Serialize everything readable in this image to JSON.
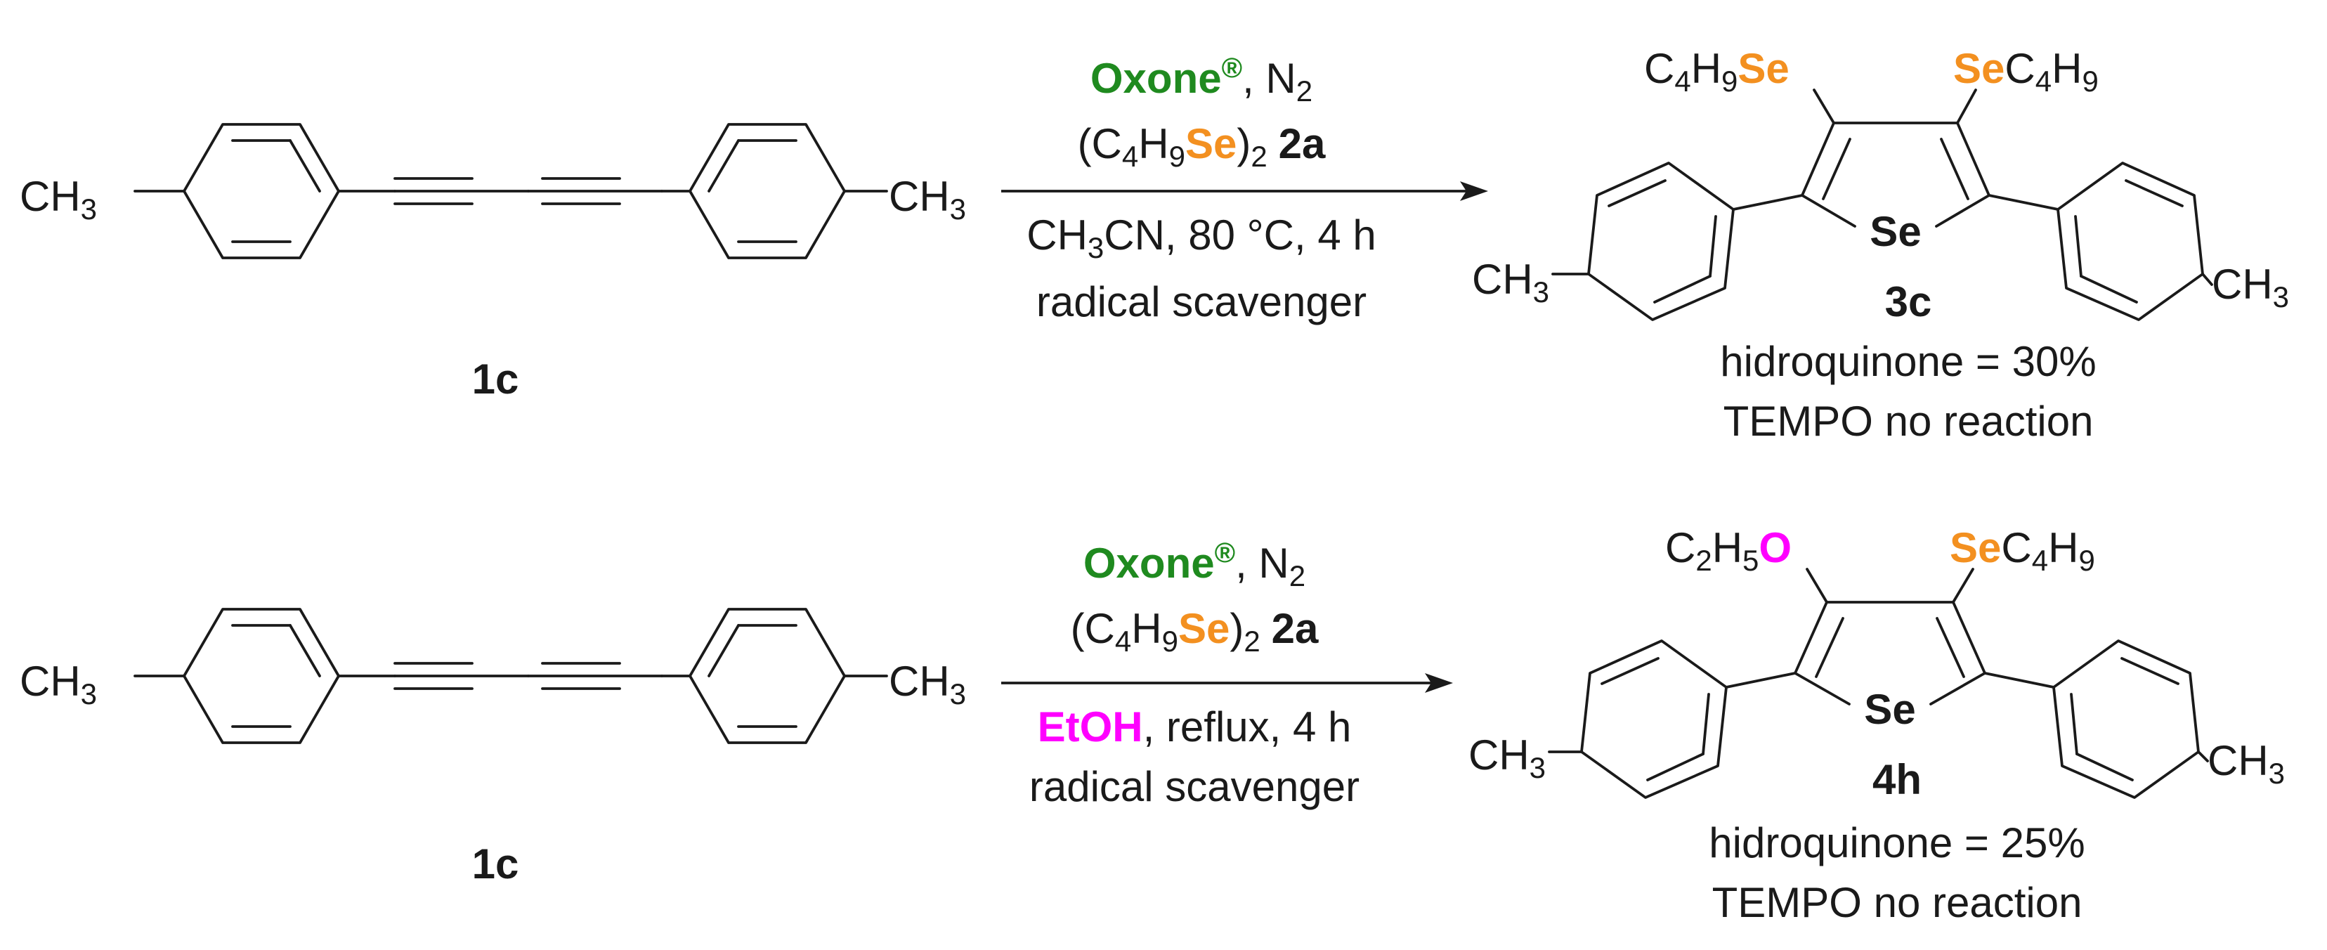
{
  "colors": {
    "oxone": "#1f8a1f",
    "selenium": "#f39020",
    "oxygen": "#ff00ff",
    "ink": "#1a1a1a"
  },
  "reactions": [
    {
      "starting_material": {
        "label": "1c",
        "left_group": "CH",
        "left_sub": "3",
        "right_group": "CH",
        "right_sub": "3"
      },
      "conditions": {
        "oxone": "Oxone",
        "reg": "®",
        "atm_sep": ", ",
        "atm": "N",
        "atm_sub": "2",
        "reagent_open": "(C",
        "reagent_sub1": "4",
        "reagent_h": "H",
        "reagent_sub2": "9",
        "reagent_se": "Se",
        "reagent_close": ")",
        "reagent_sub3": "2",
        "reagent_label": "2a",
        "solvent_a": "CH",
        "solvent_a_sub": "3",
        "solvent_b": "CN, 80 °C, 4 h",
        "scavenger": "radical scavenger"
      },
      "product": {
        "label": "3c",
        "tl_a": "C",
        "tl_sub1": "4",
        "tl_b": "H",
        "tl_sub2": "9",
        "tl_hetero": "Se",
        "tr_hetero": "Se",
        "tr_a": "C",
        "tr_sub1": "4",
        "tr_b": "H",
        "tr_sub2": "9",
        "ring_atom": "Se",
        "left_group": "CH",
        "left_sub": "3",
        "right_group": "CH",
        "right_sub": "3",
        "result_1": "hidroquinone = 30%",
        "result_2": "TEMPO no reaction"
      }
    },
    {
      "starting_material": {
        "label": "1c",
        "left_group": "CH",
        "left_sub": "3",
        "right_group": "CH",
        "right_sub": "3"
      },
      "conditions": {
        "oxone": "Oxone",
        "reg": "®",
        "atm_sep": ", ",
        "atm": "N",
        "atm_sub": "2",
        "reagent_open": "(C",
        "reagent_sub1": "4",
        "reagent_h": "H",
        "reagent_sub2": "9",
        "reagent_se": "Se",
        "reagent_close": ")",
        "reagent_sub3": "2",
        "reagent_label": "2a",
        "solvent_a": "EtOH",
        "solvent_b": ", reflux, 4 h",
        "scavenger": "radical scavenger"
      },
      "product": {
        "label": "4h",
        "tl_a": "C",
        "tl_sub1": "2",
        "tl_b": "H",
        "tl_sub2": "5",
        "tl_hetero": "O",
        "tr_hetero": "Se",
        "tr_a": "C",
        "tr_sub1": "4",
        "tr_b": "H",
        "tr_sub2": "9",
        "ring_atom": "Se",
        "left_group": "CH",
        "left_sub": "3",
        "right_group": "CH",
        "right_sub": "3",
        "result_1": "hidroquinone = 25%",
        "result_2": "TEMPO no reaction"
      }
    }
  ]
}
